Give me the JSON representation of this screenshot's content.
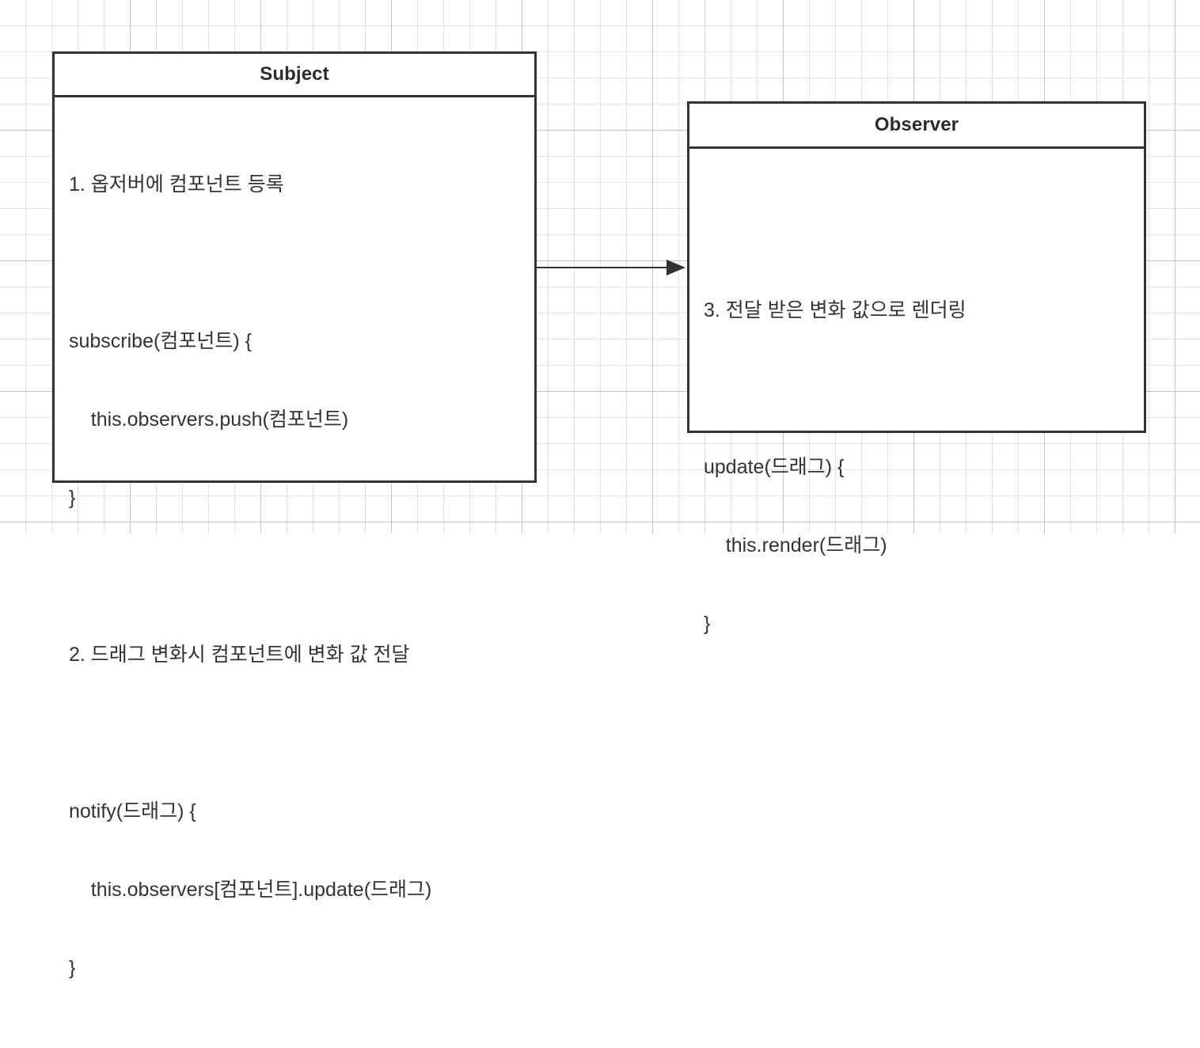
{
  "canvas": {
    "background": "#ffffff",
    "grid_color": "#dedede",
    "grid_major_color": "#bebebe",
    "stroke_color": "#333333",
    "text_color": "#333333"
  },
  "diagram": {
    "type": "uml-class-diagram",
    "title_subject": "Subject",
    "title_observer": "Observer",
    "nodes": [
      {
        "id": "subject",
        "title": "Subject",
        "lines": [
          "1. 옵저버에 컴포넌트 등록",
          "",
          "subscribe(컴포넌트) {",
          "    this.observers.push(컴포넌트)",
          "}",
          "",
          "2. 드래그 변화시 컴포넌트에 변화 값 전달",
          "",
          "notify(드래그) {",
          "    this.observers[컴포넌트].update(드래그)",
          "}"
        ]
      },
      {
        "id": "observer",
        "title": "Observer",
        "lines": [
          "3. 전달 받은 변화 값으로 렌더링",
          "",
          "update(드래그) {",
          "    this.render(드래그)",
          "}"
        ]
      }
    ],
    "edges": [
      {
        "id": "subject-to-observer",
        "from": "subject",
        "to": "observer",
        "label": "",
        "arrowhead": "filled-triangle",
        "style": "solid"
      }
    ]
  }
}
